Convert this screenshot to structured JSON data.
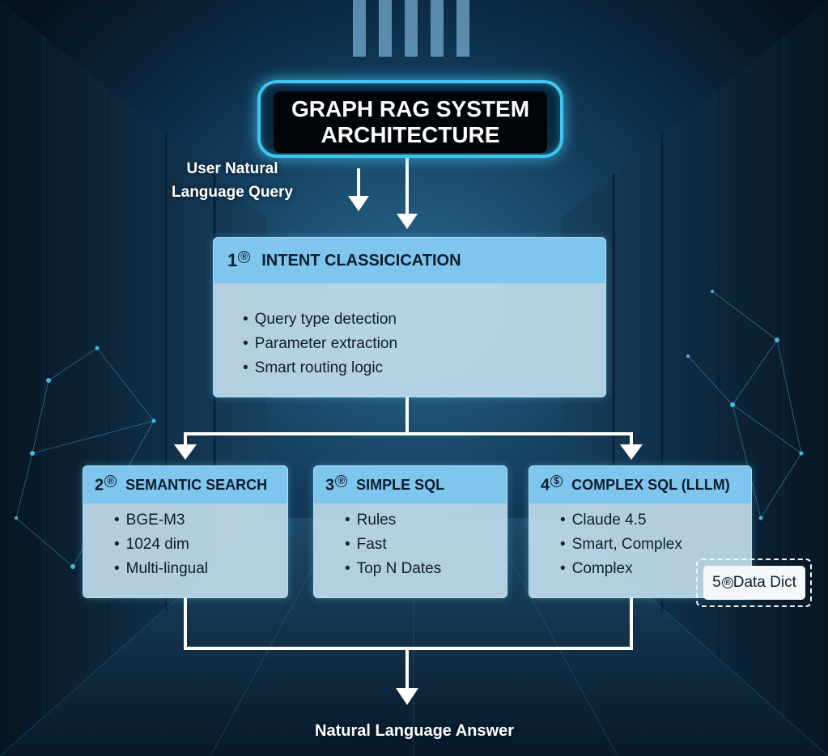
{
  "title": "GRAPH RAG SYSTEM ARCHITECTURE",
  "input_label": "User Natural Language Query",
  "output_label": "Natural Language Answer",
  "colors": {
    "accent": "#3fc5ee",
    "header": "#7ec6ee",
    "box": "#c4e0f0",
    "background": "#06182a",
    "connector": "#ffffff"
  },
  "intent": {
    "number": "1",
    "marker": "®",
    "title": "INTENT CLASSICICATION",
    "items": [
      "Query type detection",
      "Parameter extraction",
      "Smart routing logic"
    ]
  },
  "semantic": {
    "number": "2",
    "marker": "®",
    "title": "SEMANTIC SEARCH",
    "items": [
      "BGE-M3",
      "1024 dim",
      "Multi-lingual"
    ]
  },
  "simple": {
    "number": "3",
    "marker": "®",
    "title": "SIMPLE SQL",
    "items": [
      "Rules",
      "Fast",
      "Top N Dates"
    ]
  },
  "complex": {
    "number": "4",
    "marker": "$",
    "title": "COMPLEX SQL (LLLM)",
    "items": [
      "Claude 4.5",
      "Smart, Complex",
      "Complex"
    ]
  },
  "data_dict": {
    "number": "5",
    "marker": "®",
    "label": "Data Dict"
  }
}
